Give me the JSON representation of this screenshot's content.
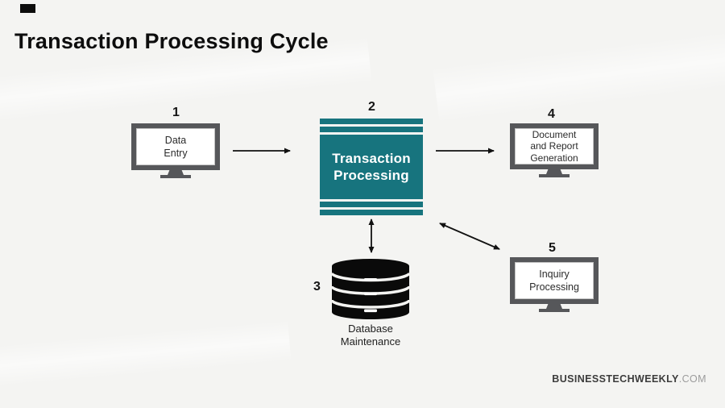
{
  "title": "Transaction Processing Cycle",
  "branding": {
    "name": "BUSINESSTECHWEEKLY",
    "suffix": ".COM"
  },
  "colors": {
    "background": "#f4f4f2",
    "teal": "#17747e",
    "monitor_frame": "#56575a",
    "arrow": "#111111",
    "title_text": "#0d0d0d",
    "brand_text": "#3c3c3c",
    "brand_suffix_text": "#9c9c9c",
    "database_icon": "#0a0a0a"
  },
  "steps": {
    "s1": {
      "number": "1",
      "lines": [
        "Data",
        "Entry"
      ],
      "icon": "monitor-icon"
    },
    "s2": {
      "number": "2",
      "lines": [
        "Transaction",
        "Processing"
      ],
      "icon": "layered-process-box"
    },
    "s3": {
      "number": "3",
      "lines": [
        "Database",
        "Maintenance"
      ],
      "icon": "database-icon"
    },
    "s4": {
      "number": "4",
      "lines": [
        "Document",
        "and Report",
        "Generation"
      ],
      "icon": "monitor-icon"
    },
    "s5": {
      "number": "5",
      "lines": [
        "Inquiry",
        "Processing"
      ],
      "icon": "monitor-icon"
    }
  },
  "arrows": [
    {
      "from": "data-entry",
      "to": "transaction-processing",
      "heads": "single"
    },
    {
      "from": "transaction-processing",
      "to": "document-and-report-generation",
      "heads": "single"
    },
    {
      "from": "transaction-processing",
      "to": "database-maintenance",
      "heads": "double"
    },
    {
      "from": "transaction-processing",
      "to": "inquiry-processing",
      "heads": "double"
    }
  ]
}
